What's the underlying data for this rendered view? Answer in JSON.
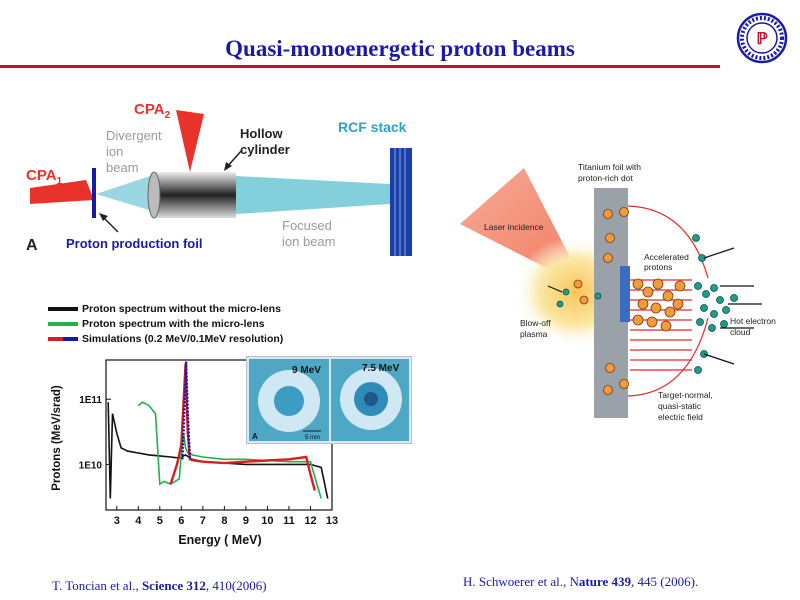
{
  "slide": {
    "title": "Quasi-monoenergetic proton beams",
    "title_color": "#1a1aa8",
    "rule_color": "#c8102e",
    "logo_icon": "institute-seal-icon"
  },
  "setup_diagram": {
    "cpa1": "CPA",
    "cpa1_sub": "1",
    "cpa2": "CPA",
    "cpa2_sub": "2",
    "divergent": [
      "Divergent",
      "ion",
      "beam"
    ],
    "hollow": [
      "Hollow",
      "cylinder"
    ],
    "rcf": "RCF stack",
    "focused": [
      "Focused",
      "ion beam"
    ],
    "production_foil": "Proton production foil",
    "panel_label": "A"
  },
  "spectrum_chart": {
    "legend": [
      {
        "label": "Proton spectrum without the micro-lens",
        "color": "#111111"
      },
      {
        "label": "Proton spectrum with the micro-lens",
        "color": "#22b14c"
      },
      {
        "label": "Simulations (0.2 MeV/0.1MeV resolution)",
        "color": "#d61f1f",
        "color2": "#1a1aa8"
      }
    ],
    "inset": {
      "label_left": "9 MeV",
      "label_right": "7.5 MeV",
      "panel_label": "A",
      "scale": "5 mm"
    }
  },
  "chart_data": {
    "type": "line",
    "xlabel": "Energy ( MeV)",
    "ylabel": "Protons (MeV/srad)",
    "x_ticks": [
      "3",
      "4",
      "5",
      "6",
      "7",
      "8",
      "9",
      "10",
      "11",
      "12",
      "13"
    ],
    "y_ticks": [
      "1E10",
      "1E11"
    ],
    "xlim": [
      2.5,
      13
    ],
    "log_y": true,
    "series": [
      {
        "name": "Proton spectrum without the micro-lens",
        "color": "#111111",
        "x": [
          2.6,
          2.7,
          2.8,
          3.0,
          3.2,
          3.5,
          4.0,
          4.5,
          5.0,
          5.5,
          5.9,
          6.2,
          6.5,
          7.0,
          8.0,
          9.0,
          10.0,
          11.0,
          12.0,
          12.5,
          12.8
        ],
        "y": [
          90000000000.0,
          3000000000.0,
          60000000000.0,
          30000000000.0,
          18000000000.0,
          16000000000.0,
          15000000000.0,
          14000000000.0,
          13500000000.0,
          13000000000.0,
          12500000000.0,
          14000000000.0,
          12000000000.0,
          11000000000.0,
          10500000000.0,
          10000000000.0,
          10000000000.0,
          10000000000.0,
          10000000000.0,
          9000000000.0,
          3000000000.0
        ]
      },
      {
        "name": "Proton spectrum with the micro-lens",
        "color": "#22b14c",
        "x": [
          4.0,
          4.2,
          4.5,
          4.8,
          5.0,
          5.2,
          5.5,
          5.9,
          6.0,
          6.1,
          6.2,
          6.3,
          6.4,
          6.5,
          7.0,
          8.0,
          9.0,
          10.0,
          11.0,
          12.0,
          12.3,
          12.5
        ],
        "y": [
          80000000000.0,
          90000000000.0,
          80000000000.0,
          60000000000.0,
          5000000000.0,
          5500000000.0,
          5000000000.0,
          6000000000.0,
          14000000000.0,
          30000000000.0,
          18000000000.0,
          15000000000.0,
          15000000000.0,
          14000000000.0,
          13000000000.0,
          12000000000.0,
          12000000000.0,
          11500000000.0,
          11000000000.0,
          11000000000.0,
          5000000000.0,
          3000000000.0
        ]
      },
      {
        "name": "Simulations (0.2 MeV/0.1MeV resolution)",
        "color": "#d61f1f",
        "x": [
          5.5,
          5.8,
          6.0,
          6.2,
          6.3,
          6.4,
          6.6,
          7.0,
          8.0,
          9.0,
          10.0,
          11.0,
          11.8,
          12.0,
          12.2
        ],
        "y": [
          5000000000.0,
          10000000000.0,
          20000000000.0,
          350000000000.0,
          30000000000.0,
          12000000000.0,
          11500000000.0,
          11000000000.0,
          10500000000.0,
          11000000000.0,
          11500000000.0,
          12000000000.0,
          13000000000.0,
          7000000000.0,
          4000000000.0
        ]
      }
    ]
  },
  "mechanism_diagram": {
    "titanium": [
      "Titanium foil with",
      "proton-rich dot"
    ],
    "laser": "Laser incidence",
    "accelerated": [
      "Accelerated",
      "protons"
    ],
    "blowoff": [
      "Blow-off",
      "plasma"
    ],
    "hot_electron": [
      "Hot electron",
      "cloud"
    ],
    "field": [
      "Target-normal,",
      "quasi-static",
      "electric field"
    ]
  },
  "citations": {
    "left": {
      "authors": "T. Toncian et al., ",
      "journal": "Science 312",
      "rest": ", 410(2006)"
    },
    "right": {
      "authors": "H. Schwoerer et al., N",
      "journal": "ature 439",
      "rest": ", 445 (2006)."
    }
  }
}
